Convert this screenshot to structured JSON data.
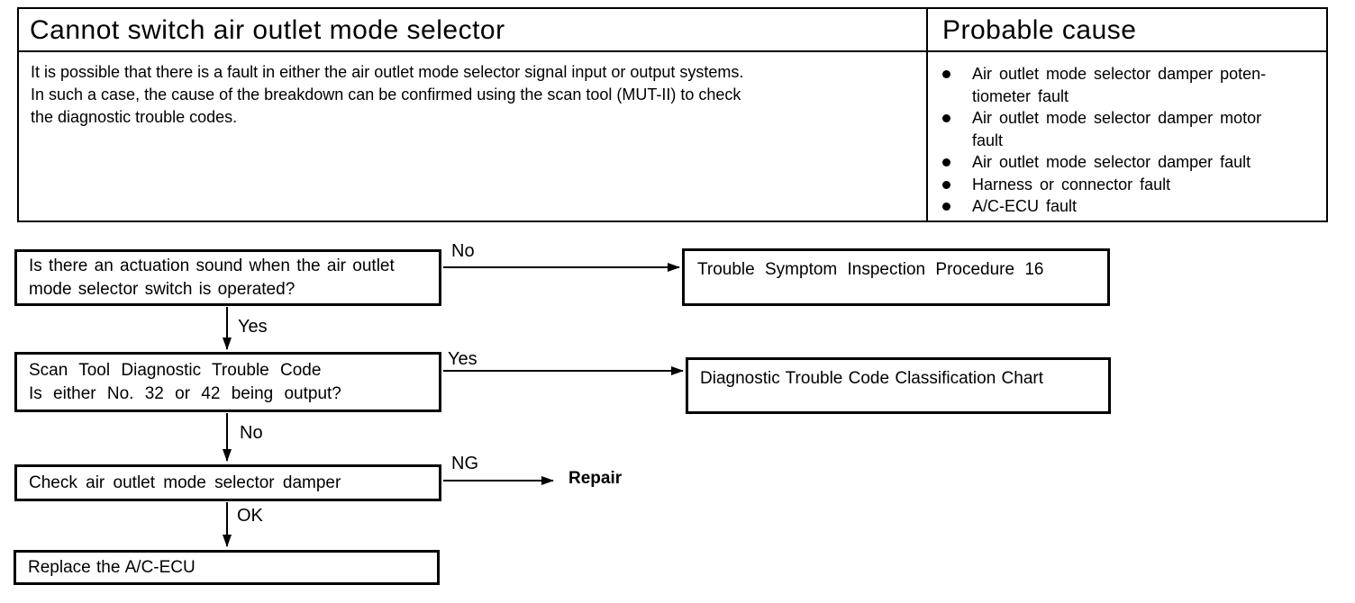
{
  "table": {
    "header_left": "Cannot switch air outlet mode selector",
    "header_right": "Probable cause",
    "description": "It is possible that there is a fault in either the air outlet mode selector signal input or output systems.\nIn such a case, the cause of the breakdown can be confirmed using the scan tool (MUT-II) to check\nthe diagnostic trouble codes.",
    "probable_causes": [
      "Air outlet mode selector damper poten-\ntiometer fault",
      "Air outlet mode selector damper motor\nfault",
      "Air outlet mode selector damper fault",
      "Harness or connector fault",
      "A/C-ECU fault"
    ]
  },
  "flowchart": {
    "step1_question": "Is there an actuation sound when the air outlet\nmode selector switch is operated?",
    "step1_no_result": "Trouble Symptom Inspection Procedure 16",
    "step2_question": "Scan Tool Diagnostic Trouble Code\nIs either No. 32 or 42 being output?",
    "step2_yes_result": "Diagnostic Trouble Code Classification Chart",
    "step3_action": "Check air outlet mode selector damper",
    "step3_ng_result": "Repair",
    "step4_action": "Replace the A/C-ECU",
    "labels": {
      "yes": "Yes",
      "no": "No",
      "ng": "NG",
      "ok": "OK"
    }
  }
}
